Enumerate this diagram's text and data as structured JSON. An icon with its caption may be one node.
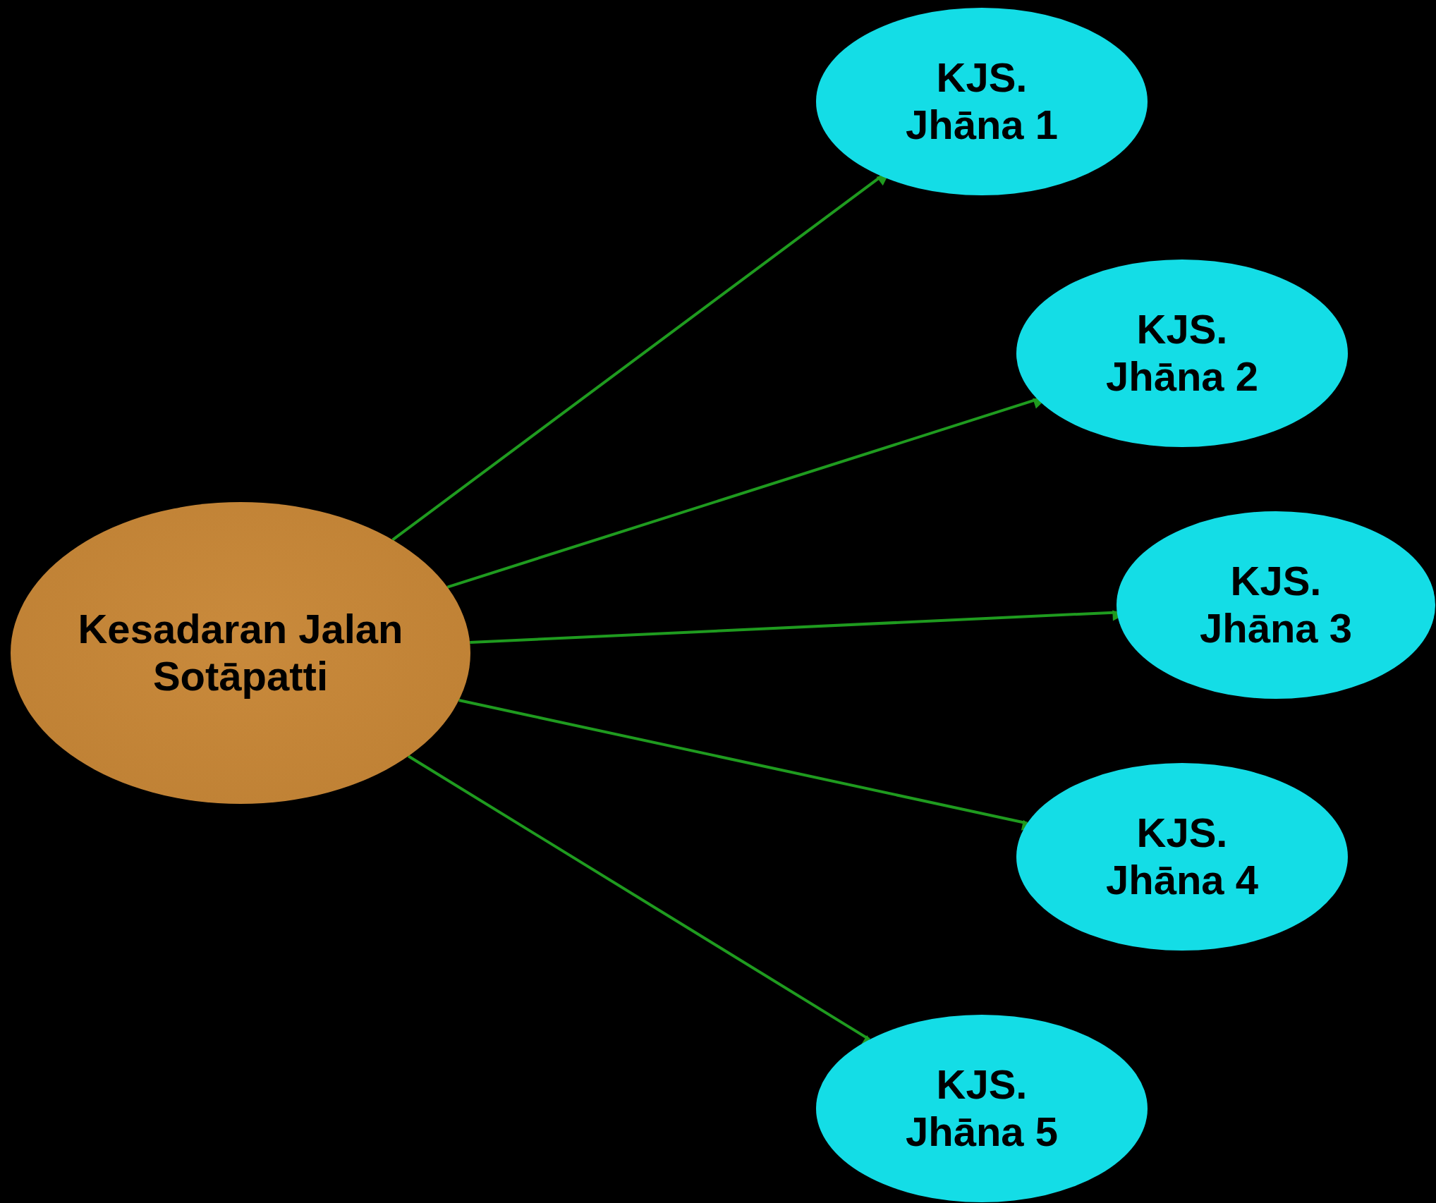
{
  "diagram": {
    "nodes": [
      {
        "text": [
          "Kesadaran Jalan Sotāpatti"
        ]
      },
      {
        "text": [
          "KJS. Jhāna 1"
        ]
      },
      {
        "text": [
          "KJS. Jhāna 2"
        ]
      },
      {
        "text": [
          "KJS. Jhāna 3"
        ]
      },
      {
        "text": [
          "KJS. Jhāna 4"
        ]
      },
      {
        "text": [
          "KJS. Jhāna 5"
        ]
      }
    ],
    "edges": [
      {
        "from": 0,
        "to": 1,
        "arrow": "to"
      },
      {
        "from": 0,
        "to": 2,
        "arrow": "to"
      },
      {
        "from": 0,
        "to": 3,
        "arrow": "to"
      },
      {
        "from": 0,
        "to": 4,
        "arrow": "to"
      },
      {
        "from": 0,
        "to": 5,
        "arrow": "to"
      }
    ]
  }
}
